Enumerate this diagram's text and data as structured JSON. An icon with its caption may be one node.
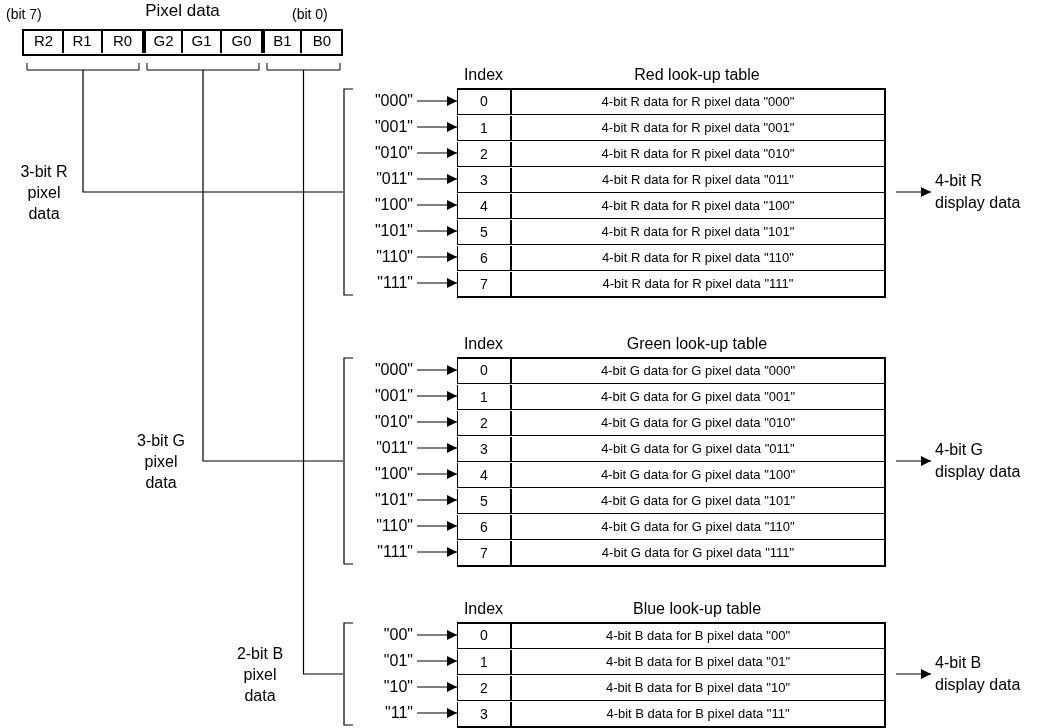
{
  "diagram": {
    "nodes": [
      {
        "text": [
          "Pixel data"
        ]
      },
      {
        "text": [
          "R2"
        ],
        "in": 0
      },
      {
        "text": [
          "R1"
        ],
        "in": 0
      },
      {
        "text": [
          "R0"
        ],
        "in": 0
      },
      {
        "text": [
          "G2"
        ],
        "in": 0
      },
      {
        "text": [
          "G1"
        ],
        "in": 0
      },
      {
        "text": [
          "G0"
        ],
        "in": 0
      },
      {
        "text": [
          "B1"
        ],
        "in": 0
      },
      {
        "text": [
          "B0"
        ],
        "in": 0
      },
      {
        "text": [],
        "shape": "bracket"
      },
      {
        "text": [
          "Index",
          "Red look-up table"
        ]
      },
      {
        "text": [
          "\"000\""
        ],
        "in": 9
      },
      {
        "text": [
          "0"
        ],
        "in": 10
      },
      {
        "text": [
          "4-bit R data for R pixel data \"000\""
        ],
        "in": 10
      },
      {
        "text": [
          "\"001\""
        ],
        "in": 9
      },
      {
        "text": [
          "1"
        ],
        "in": 10
      },
      {
        "text": [
          "4-bit R data for R pixel data \"001\""
        ],
        "in": 10
      },
      {
        "text": [
          "\"010\""
        ],
        "in": 9
      },
      {
        "text": [
          "2"
        ],
        "in": 10
      },
      {
        "text": [
          "4-bit R data for R pixel data \"010\""
        ],
        "in": 10
      },
      {
        "text": [
          "\"011\""
        ],
        "in": 9
      },
      {
        "text": [
          "3"
        ],
        "in": 10
      },
      {
        "text": [
          "4-bit R data for R pixel data \"011\""
        ],
        "in": 10
      },
      {
        "text": [
          "\"100\""
        ],
        "in": 9
      },
      {
        "text": [
          "4"
        ],
        "in": 10
      },
      {
        "text": [
          "4-bit R data for R pixel data \"100\""
        ],
        "in": 10
      },
      {
        "text": [
          "\"101\""
        ],
        "in": 9
      },
      {
        "text": [
          "5"
        ],
        "in": 10
      },
      {
        "text": [
          "4-bit R data for R pixel data \"101\""
        ],
        "in": 10
      },
      {
        "text": [
          "\"110\""
        ],
        "in": 9
      },
      {
        "text": [
          "6"
        ],
        "in": 10
      },
      {
        "text": [
          "4-bit R data for R pixel data \"110\""
        ],
        "in": 10
      },
      {
        "text": [
          "\"111\""
        ],
        "in": 9
      },
      {
        "text": [
          "7"
        ],
        "in": 10
      },
      {
        "text": [
          "4-bit R data for R pixel data \"111\""
        ],
        "in": 10
      },
      {
        "text": [
          "4-bit R display data"
        ]
      },
      {
        "text": [],
        "shape": "bracket"
      },
      {
        "text": [
          "Index",
          "Green look-up table"
        ]
      },
      {
        "text": [
          "\"000\""
        ],
        "in": 36
      },
      {
        "text": [
          "0"
        ],
        "in": 37
      },
      {
        "text": [
          "4-bit G data for G pixel data \"000\""
        ],
        "in": 37
      },
      {
        "text": [
          "\"001\""
        ],
        "in": 36
      },
      {
        "text": [
          "1"
        ],
        "in": 37
      },
      {
        "text": [
          "4-bit G data for G pixel data \"001\""
        ],
        "in": 37
      },
      {
        "text": [
          "\"010\""
        ],
        "in": 36
      },
      {
        "text": [
          "2"
        ],
        "in": 37
      },
      {
        "text": [
          "4-bit G data for G pixel data \"010\""
        ],
        "in": 37
      },
      {
        "text": [
          "\"011\""
        ],
        "in": 36
      },
      {
        "text": [
          "3"
        ],
        "in": 37
      },
      {
        "text": [
          "4-bit G data for G pixel data \"011\""
        ],
        "in": 37
      },
      {
        "text": [
          "\"100\""
        ],
        "in": 36
      },
      {
        "text": [
          "4"
        ],
        "in": 37
      },
      {
        "text": [
          "4-bit G data for G pixel data \"100\""
        ],
        "in": 37
      },
      {
        "text": [
          "\"101\""
        ],
        "in": 36
      },
      {
        "text": [
          "5"
        ],
        "in": 37
      },
      {
        "text": [
          "4-bit G data for G pixel data \"101\""
        ],
        "in": 37
      },
      {
        "text": [
          "\"110\""
        ],
        "in": 36
      },
      {
        "text": [
          "6"
        ],
        "in": 37
      },
      {
        "text": [
          "4-bit G data for G pixel data \"110\""
        ],
        "in": 37
      },
      {
        "text": [
          "\"111\""
        ],
        "in": 36
      },
      {
        "text": [
          "7"
        ],
        "in": 37
      },
      {
        "text": [
          "4-bit G data for G pixel data \"111\""
        ],
        "in": 37
      },
      {
        "text": [
          "4-bit G display data"
        ]
      },
      {
        "text": [],
        "shape": "bracket"
      },
      {
        "text": [
          "Index",
          "Blue look-up table"
        ]
      },
      {
        "text": [
          "\"00\""
        ],
        "in": 63
      },
      {
        "text": [
          "0"
        ],
        "in": 64
      },
      {
        "text": [
          "4-bit B data for B pixel data \"00\""
        ],
        "in": 64
      },
      {
        "text": [
          "\"01\""
        ],
        "in": 63
      },
      {
        "text": [
          "1"
        ],
        "in": 64
      },
      {
        "text": [
          "4-bit B data for B pixel data \"01\""
        ],
        "in": 64
      },
      {
        "text": [
          "\"10\""
        ],
        "in": 63
      },
      {
        "text": [
          "2"
        ],
        "in": 64
      },
      {
        "text": [
          "4-bit B data for B pixel data \"10\""
        ],
        "in": 64
      },
      {
        "text": [
          "\"11\""
        ],
        "in": 63
      },
      {
        "text": [
          "3"
        ],
        "in": 64
      },
      {
        "text": [
          "4-bit B data for B pixel data \"11\""
        ],
        "in": 64
      },
      {
        "text": [
          "4-bit B display data"
        ]
      }
    ],
    "edges": [
      {
        "from": 0,
        "to": 9,
        "arrow": "none",
        "label": "3-bit R pixel data"
      },
      {
        "from": 11,
        "to": 12,
        "arrow": "to"
      },
      {
        "from": 14,
        "to": 15,
        "arrow": "to"
      },
      {
        "from": 17,
        "to": 18,
        "arrow": "to"
      },
      {
        "from": 20,
        "to": 21,
        "arrow": "to"
      },
      {
        "from": 23,
        "to": 24,
        "arrow": "to"
      },
      {
        "from": 26,
        "to": 27,
        "arrow": "to"
      },
      {
        "from": 29,
        "to": 30,
        "arrow": "to"
      },
      {
        "from": 32,
        "to": 33,
        "arrow": "to"
      },
      {
        "from": 10,
        "to": 35,
        "arrow": "to"
      },
      {
        "from": 0,
        "to": 36,
        "arrow": "none",
        "label": "3-bit G pixel data"
      },
      {
        "from": 38,
        "to": 39,
        "arrow": "to"
      },
      {
        "from": 41,
        "to": 42,
        "arrow": "to"
      },
      {
        "from": 44,
        "to": 45,
        "arrow": "to"
      },
      {
        "from": 47,
        "to": 48,
        "arrow": "to"
      },
      {
        "from": 50,
        "to": 51,
        "arrow": "to"
      },
      {
        "from": 53,
        "to": 54,
        "arrow": "to"
      },
      {
        "from": 56,
        "to": 57,
        "arrow": "to"
      },
      {
        "from": 59,
        "to": 60,
        "arrow": "to"
      },
      {
        "from": 37,
        "to": 62,
        "arrow": "to"
      },
      {
        "from": 0,
        "to": 63,
        "arrow": "none",
        "label": "2-bit B pixel data"
      },
      {
        "from": 65,
        "to": 66,
        "arrow": "to"
      },
      {
        "from": 68,
        "to": 69,
        "arrow": "to"
      },
      {
        "from": 71,
        "to": 72,
        "arrow": "to"
      },
      {
        "from": 74,
        "to": 75,
        "arrow": "to"
      },
      {
        "from": 64,
        "to": 77,
        "arrow": "to"
      }
    ],
    "labels": [
      "(bit 7)",
      "(bit 0)"
    ]
  }
}
